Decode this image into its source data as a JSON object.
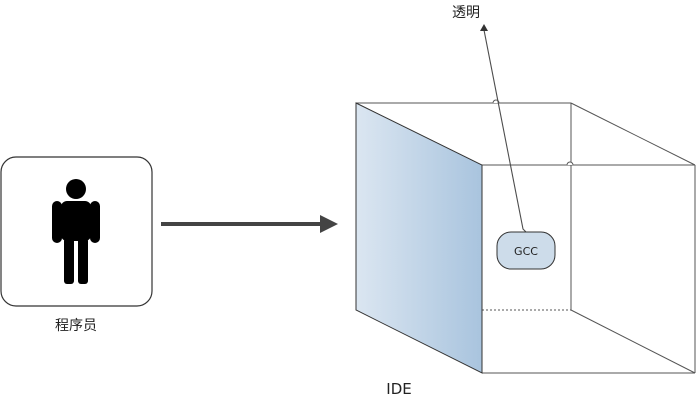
{
  "diagram": {
    "actor_label": "程序员",
    "top_label": "透明",
    "box_label": "IDE",
    "node_label": "GCC"
  },
  "colors": {
    "panel_start": "#a9c4de",
    "panel_end": "#dbe6f1",
    "node_fill": "#cddcea",
    "stroke": "#333333",
    "line": "#4d4d4d"
  }
}
